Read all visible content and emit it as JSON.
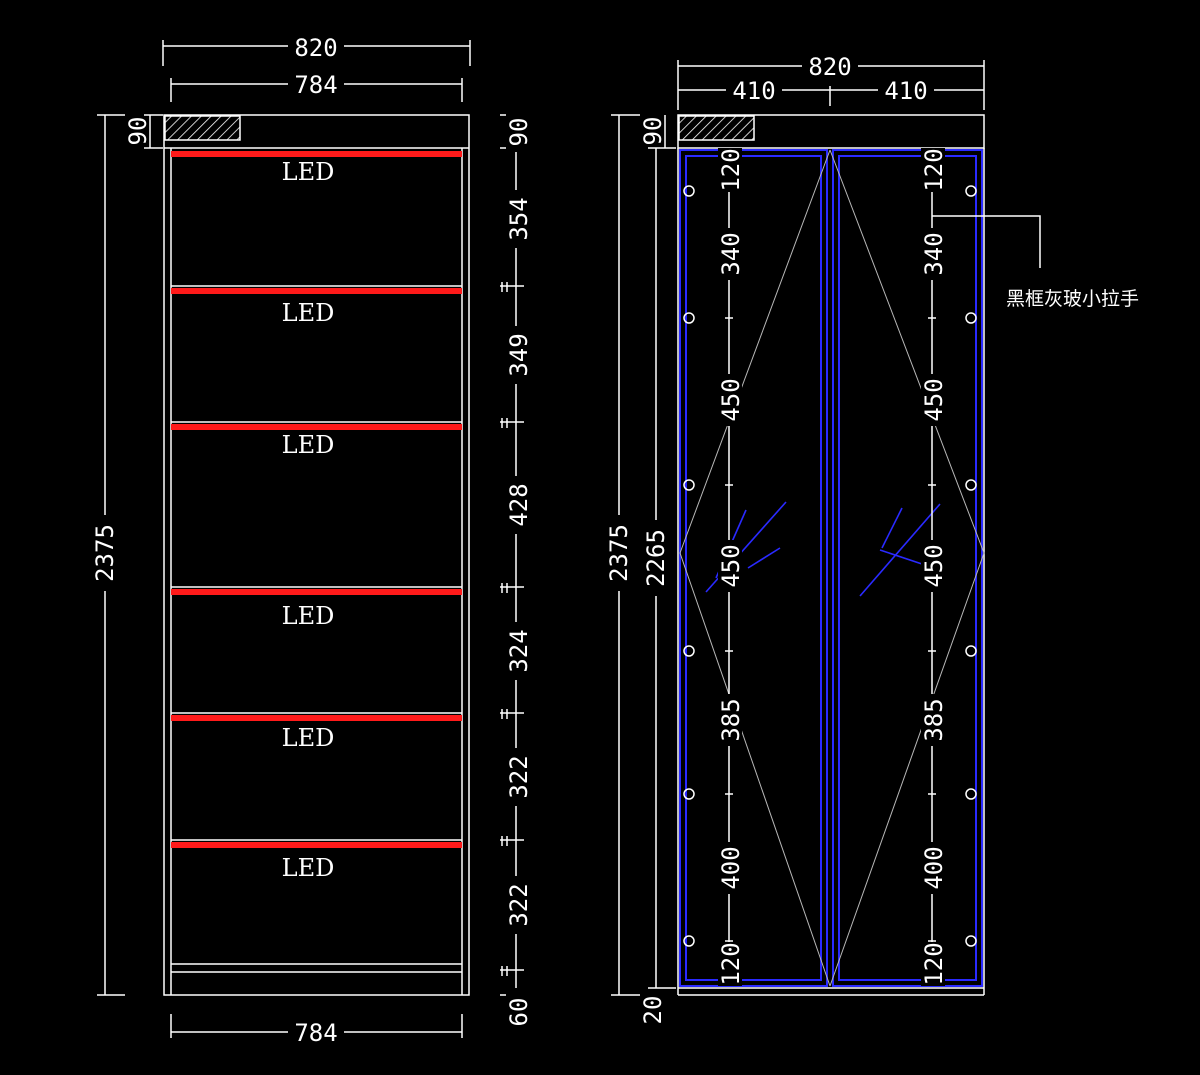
{
  "colors": {
    "background": "#000000",
    "line": "#ffffff",
    "led_strip": "#ff1a1a",
    "door_frame": "#2a2aff",
    "diagonal": "#b8b8b8"
  },
  "left_view": {
    "overall_width": "820",
    "inner_width": "784",
    "bottom_width": "784",
    "overall_height": "2375",
    "top_block": "90",
    "led_labels": [
      "LED",
      "LED",
      "LED",
      "LED",
      "LED",
      "LED"
    ],
    "shelf_spacings": [
      "90",
      "354",
      "349",
      "428",
      "324",
      "322",
      "322",
      "60"
    ]
  },
  "right_view": {
    "overall_width": "820",
    "door_width_left": "410",
    "door_width_right": "410",
    "overall_height": "2375",
    "door_height": "2265",
    "top_block": "90",
    "bottom_gap": "20",
    "hinge_spacings": [
      "120",
      "340",
      "450",
      "450",
      "385",
      "400",
      "120"
    ],
    "handle_note": "黑框灰玻小拉手"
  }
}
